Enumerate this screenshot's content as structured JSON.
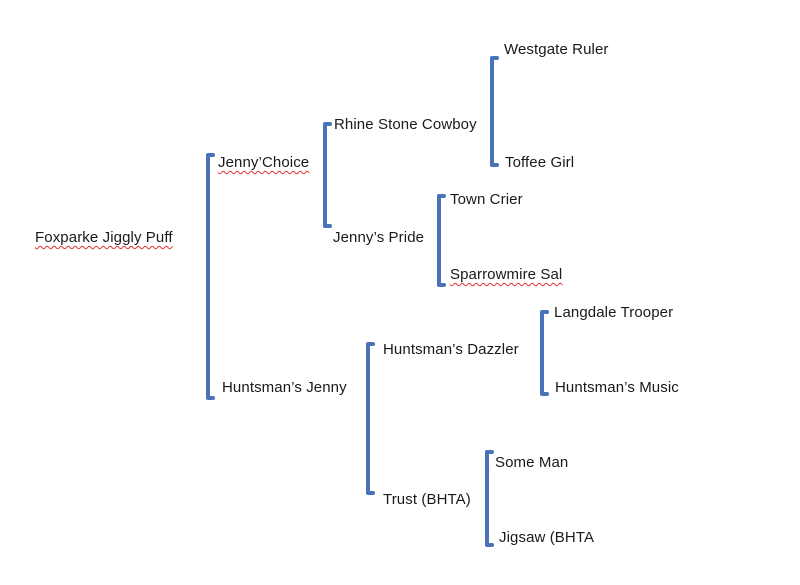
{
  "diagram": {
    "colors": {
      "bracket": "#4a72b8",
      "text": "#1a1a1a",
      "spellcheck": "#e03030"
    },
    "nodes": [
      {
        "id": "foxparke",
        "label": "Foxparke Jiggly Puff",
        "spellcheck": true
      },
      {
        "id": "jennys-choice",
        "label": "Jenny’Choice",
        "spellcheck": true
      },
      {
        "id": "huntsmans-jenny",
        "label": "Huntsman’s Jenny",
        "spellcheck": false
      },
      {
        "id": "rhine-stone-cowboy",
        "label": "Rhine Stone Cowboy",
        "spellcheck": false
      },
      {
        "id": "jennys-pride",
        "label": "Jenny’s Pride",
        "spellcheck": false
      },
      {
        "id": "huntsmans-dazzler",
        "label": "Huntsman’s Dazzler",
        "spellcheck": false
      },
      {
        "id": "trust-bhta",
        "label": "Trust (BHTA)",
        "spellcheck": false
      },
      {
        "id": "westgate-ruler",
        "label": "Westgate Ruler",
        "spellcheck": false
      },
      {
        "id": "toffee-girl",
        "label": "Toffee Girl",
        "spellcheck": false
      },
      {
        "id": "town-crier",
        "label": "Town Crier",
        "spellcheck": false
      },
      {
        "id": "sparrowmire-sal",
        "label": "Sparrowmire Sal",
        "spellcheck": true
      },
      {
        "id": "langdale-trooper",
        "label": "Langdale Trooper",
        "spellcheck": false
      },
      {
        "id": "huntsmans-music",
        "label": "Huntsman’s Music",
        "spellcheck": false
      },
      {
        "id": "some-man",
        "label": "Some Man",
        "spellcheck": false
      },
      {
        "id": "jigsaw-bhta",
        "label": "Jigsaw (BHTA",
        "spellcheck": false
      }
    ],
    "edges": [
      {
        "parent": "foxparke",
        "children": [
          "jennys-choice",
          "huntsmans-jenny"
        ]
      },
      {
        "parent": "jennys-choice",
        "children": [
          "rhine-stone-cowboy",
          "jennys-pride"
        ]
      },
      {
        "parent": "huntsmans-jenny",
        "children": [
          "huntsmans-dazzler",
          "trust-bhta"
        ]
      },
      {
        "parent": "rhine-stone-cowboy",
        "children": [
          "westgate-ruler",
          "toffee-girl"
        ]
      },
      {
        "parent": "jennys-pride",
        "children": [
          "town-crier",
          "sparrowmire-sal"
        ]
      },
      {
        "parent": "huntsmans-dazzler",
        "children": [
          "langdale-trooper",
          "huntsmans-music"
        ]
      },
      {
        "parent": "trust-bhta",
        "children": [
          "some-man",
          "jigsaw-bhta"
        ]
      }
    ]
  }
}
